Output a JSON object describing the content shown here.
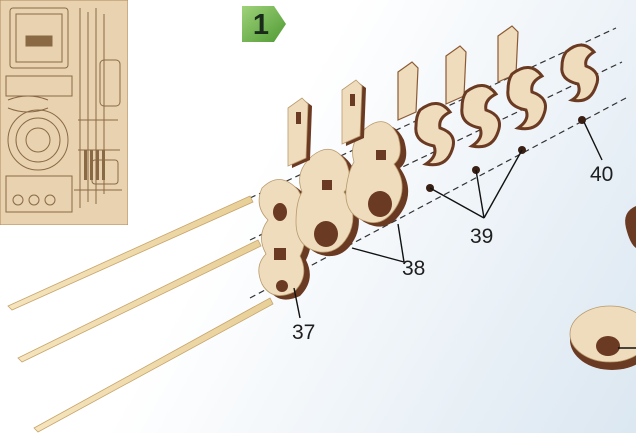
{
  "step": {
    "number": "1",
    "badge_color": "#5aa63a"
  },
  "callouts": [
    {
      "id": "37",
      "label": "37"
    },
    {
      "id": "38",
      "label": "38"
    },
    {
      "id": "39",
      "label": "39"
    },
    {
      "id": "40",
      "label": "40"
    }
  ],
  "colors": {
    "wood_face": "#efdcbc",
    "wood_edge": "#6b3a22",
    "rod": "#f3dfae",
    "background_tint": "#dbe7f1"
  }
}
